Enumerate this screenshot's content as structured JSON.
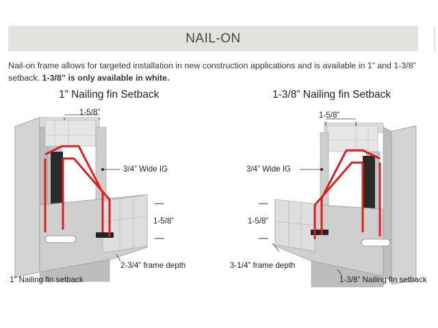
{
  "header": {
    "title": "NAIL-ON"
  },
  "intro": {
    "text": "Nail-on frame allows for targeted installation in new construction applications and is available in 1” and 1-3/8” setback. ",
    "bold": "1-3/8” is only available in white."
  },
  "left": {
    "title": "1” Nailing fin Setback",
    "width_label": "1-5/8”",
    "ig_label": "3/4” Wide IG",
    "height_label": "1-5/8”",
    "depth_label": "2-3/4” frame depth",
    "setback_label": "1” Nailing fin setback"
  },
  "right": {
    "title": "1-3/8” Nailing fin Setback",
    "width_label": "1-5/8”",
    "ig_label": "3/4” Wide IG",
    "height_label": "1-5/8”",
    "depth_label": "3-1/4” frame depth",
    "setback_label": "1-3/8” Nailing fin setback"
  },
  "colors": {
    "accent_red": "#e01e1e",
    "frame_gray": "#c9c9c9",
    "banner": "#e4e2df",
    "glass_dark": "#2a2a2a"
  }
}
